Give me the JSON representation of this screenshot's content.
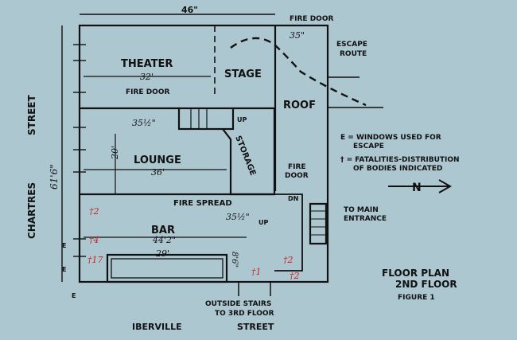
{
  "labels": {
    "dim_width_top": "46\"",
    "fire_door_top": "FIRE DOOR",
    "angle_35_top": "35\"",
    "escape_route_1": "ESCAPE",
    "escape_route_2": "ROUTE",
    "theater": "THEATER",
    "dim_theater": "32'",
    "stage": "STAGE",
    "fire_door_left": "FIRE DOOR",
    "angle_35_left": "35½\"",
    "roof": "ROOF",
    "up_1": "UP",
    "dim_20": "20'",
    "lounge": "LOUNGE",
    "storage": "STORAGE",
    "dim_36": "36'",
    "fire_door_right_1": "FIRE",
    "fire_door_right_2": "DOOR",
    "legend_windows_1": "E = WINDOWS USED FOR",
    "legend_windows_2": "ESCAPE",
    "legend_fatal_1": "† = FATALITIES-DISTRIBUTION",
    "legend_fatal_2": "OF BODIES INDICATED",
    "north": "N",
    "fire_spread": "FIRE SPREAD",
    "dn": "DN",
    "angle_35_mid": "35½\"",
    "up_2": "UP",
    "main_entrance_1": "TO MAIN",
    "main_entrance_2": "ENTRANCE",
    "bar": "BAR",
    "dim_bar": "44'2\"",
    "dim_29": "29'",
    "dim_8": "8'6\"",
    "street_left_1": "CHARTRES",
    "street_left_2": "STREET",
    "street_dim": "61'6\"",
    "outside_stairs_1": "OUTSIDE STAIRS",
    "outside_stairs_2": "TO 3RD FLOOR",
    "street_bottom_1": "IBERVILLE",
    "street_bottom_2": "STREET",
    "title_1": "FLOOR PLAN",
    "title_2": "2ND FLOOR",
    "title_3": "FIGURE 1",
    "e": "E"
  },
  "fatalities": {
    "f_a": "†2",
    "f_b": "†4",
    "f_c": "†17",
    "f_d": "†1",
    "f_e": "†2",
    "f_f": "†2"
  },
  "colors": {
    "background": "#adc7d1",
    "ink": "#111111",
    "red": "#c8221e"
  }
}
